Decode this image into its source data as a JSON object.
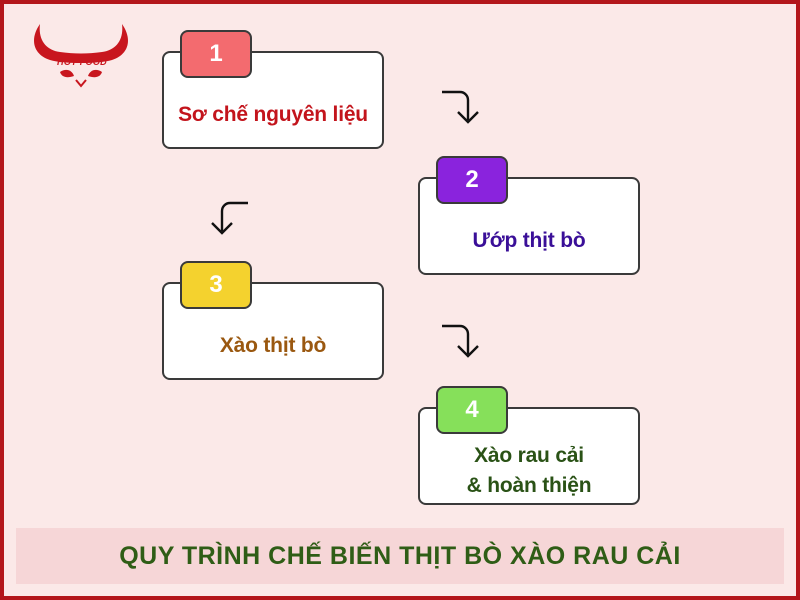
{
  "logo": {
    "text": "HOT FOOD"
  },
  "colors": {
    "frame": "#b3161b",
    "background": "#fbe9e8",
    "banner_bg": "#f6d6d7",
    "title": "#2f5d16"
  },
  "steps": [
    {
      "number": "1",
      "label": "Sơ chế nguyên liệu",
      "badge_color": "#f36b6f",
      "number_color": "#ffffff",
      "text_color": "#c3141c"
    },
    {
      "number": "2",
      "label": "Ướp thịt bò",
      "badge_color": "#8a23dd",
      "number_color": "#ffffff",
      "text_color": "#3a0f98"
    },
    {
      "number": "3",
      "label": "Xào thịt bò",
      "badge_color": "#f4d22e",
      "number_color": "#ffffff",
      "text_color": "#9a5810"
    },
    {
      "number": "4",
      "label": "Xào rau cải\n& hoàn thiện",
      "badge_color": "#86e05a",
      "number_color": "#ffffff",
      "text_color": "#2a5216"
    }
  ],
  "arrows": [
    {
      "name": "arrow-1-to-2",
      "icon": "down-turn-arrow"
    },
    {
      "name": "arrow-2-to-3",
      "icon": "down-turn-arrow"
    },
    {
      "name": "arrow-3-to-4",
      "icon": "down-turn-arrow"
    }
  ],
  "title": "QUY TRÌNH CHẾ BIẾN THỊT BÒ XÀO RAU CẢI"
}
